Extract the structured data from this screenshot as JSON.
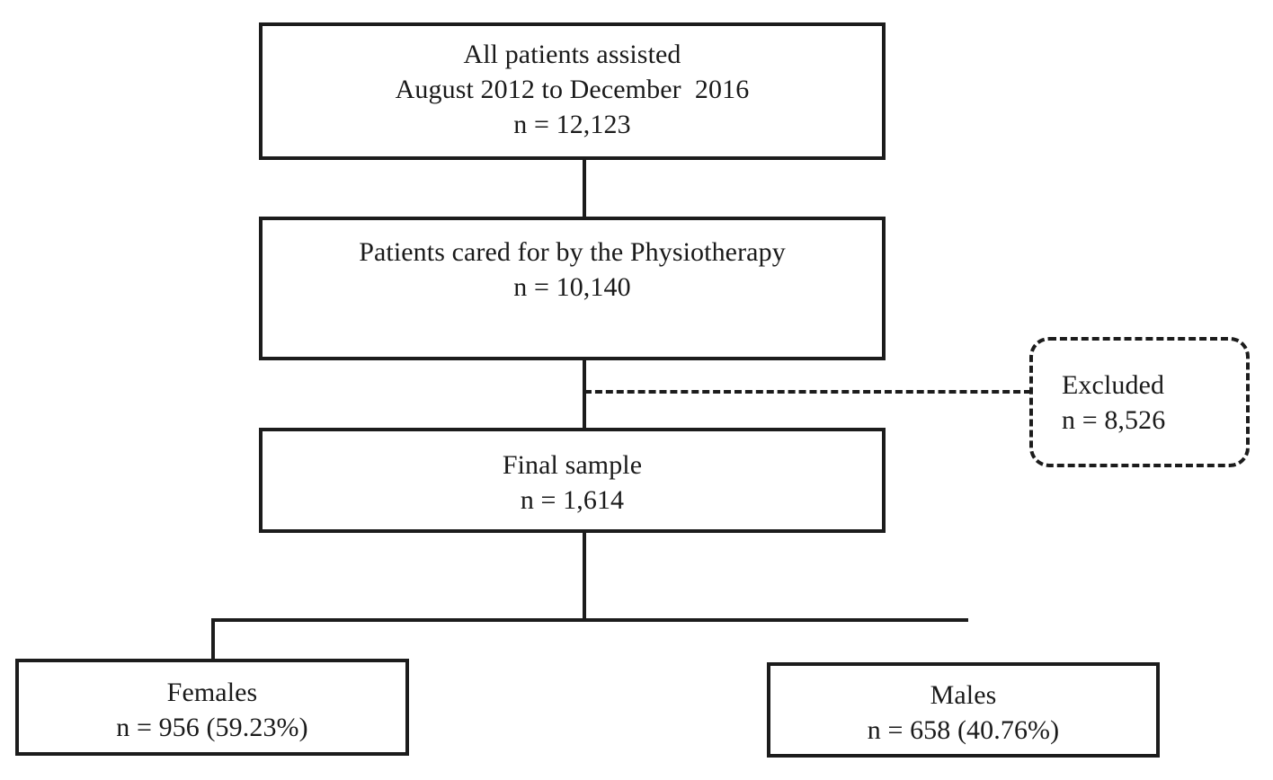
{
  "diagram": {
    "title": "Patient selection flow diagram",
    "colors": {
      "stroke": "#1c1c1c",
      "background": "#ffffff",
      "text": "#1a1a1a"
    },
    "nodes": {
      "all_patients": {
        "line1": "All patients assisted",
        "line2": "August 2012 to December  2016",
        "line3": "n = 12,123",
        "count": 12123,
        "shape": "rectangle",
        "border": "solid"
      },
      "physiotherapy": {
        "line1": "Patients cared for by the Physiotherapy",
        "line2": "n = 10,140",
        "count": 10140,
        "shape": "rectangle",
        "border": "solid"
      },
      "final_sample": {
        "line1": "Final sample",
        "line2": "n = 1,614",
        "count": 1614,
        "shape": "rectangle",
        "border": "solid"
      },
      "excluded": {
        "line1": "Excluded",
        "line2": "n = 8,526",
        "count": 8526,
        "shape": "rounded-rectangle",
        "border": "dashed"
      },
      "females": {
        "line1": "Females",
        "line2": "n = 956 (59.23%)",
        "count": 956,
        "percent": "59.23%",
        "shape": "rectangle",
        "border": "solid"
      },
      "males": {
        "line1": "Males",
        "line2": "n = 658 (40.76%)",
        "count": 658,
        "percent": "40.76%",
        "shape": "rectangle",
        "border": "solid"
      }
    },
    "connectors": [
      {
        "name": "all-patients-to-physiotherapy",
        "style": "solid",
        "orientation": "vertical"
      },
      {
        "name": "physiotherapy-to-final-sample",
        "style": "solid",
        "orientation": "vertical"
      },
      {
        "name": "physiotherapy-to-excluded",
        "style": "dashed",
        "orientation": "horizontal"
      },
      {
        "name": "final-sample-to-split",
        "style": "solid",
        "orientation": "vertical"
      },
      {
        "name": "split-bar",
        "style": "solid",
        "orientation": "horizontal"
      },
      {
        "name": "split-to-females",
        "style": "solid",
        "orientation": "vertical"
      }
    ]
  }
}
